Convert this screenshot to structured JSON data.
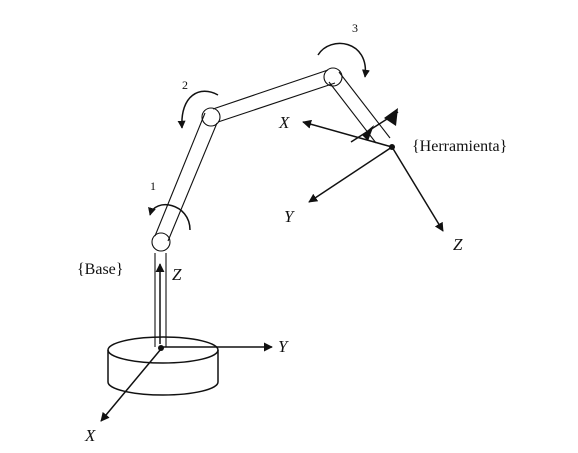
{
  "frames": {
    "base": "{Base}",
    "tool": "{Herramienta}"
  },
  "base_axes": {
    "z": "Z",
    "y": "Y",
    "x": "X"
  },
  "tool_axes": {
    "x": "X",
    "y": "Y",
    "z": "Z"
  },
  "joints": [
    "1",
    "2",
    "3"
  ]
}
